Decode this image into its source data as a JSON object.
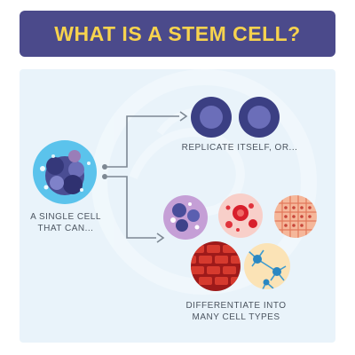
{
  "title": "WHAT IS A STEM CELL?",
  "labels": {
    "single_cell": "A SINGLE CELL THAT CAN...",
    "replicate": "REPLICATE ITSELF, OR...",
    "differentiate": "DIFFERENTIATE INTO MANY CELL TYPES"
  },
  "colors": {
    "banner": "#4b4a8b",
    "title": "#f7d34e",
    "panel": "#e9f3fa",
    "arrow": "#7d8893",
    "text": "#4c5560"
  },
  "icons": [
    "stem-cell-icon",
    "replicated-cell-icon",
    "blood-stem-cells-icon",
    "red-blood-cells-icon",
    "tissue-cells-icon",
    "muscle-cells-icon",
    "nerve-cells-icon"
  ]
}
